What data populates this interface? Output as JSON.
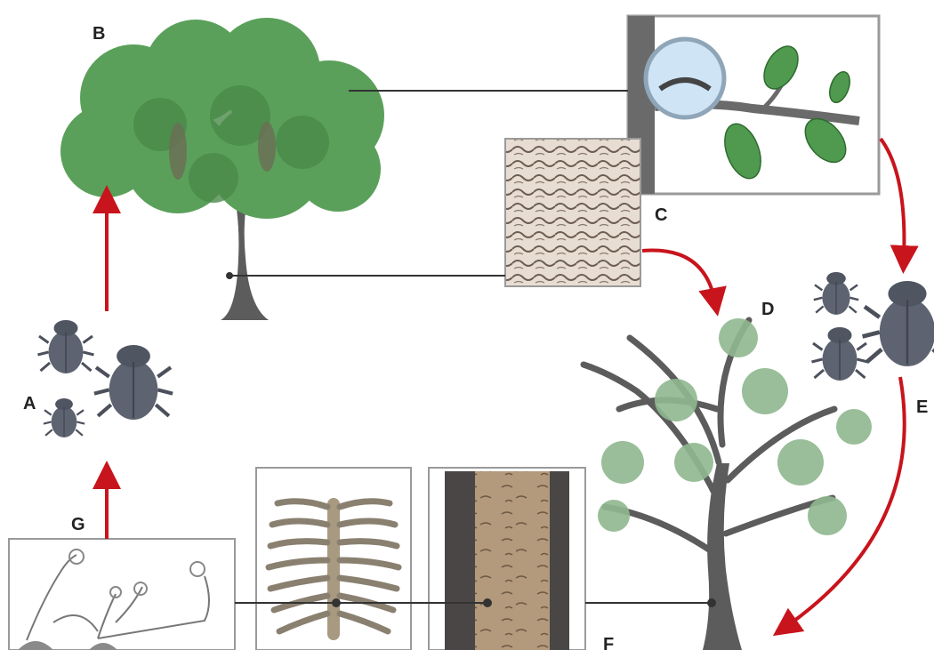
{
  "labels": {
    "a": "A",
    "b": "B",
    "c": "C",
    "d": "D",
    "e": "E",
    "f": "F",
    "g": "G"
  },
  "colors": {
    "arrow": "#c8141c",
    "leader": "#333333",
    "frame": "#9a9a9a",
    "foliage": "#5aa05a",
    "trunk": "#5c5c5c",
    "beetle": "#5d6370"
  }
}
